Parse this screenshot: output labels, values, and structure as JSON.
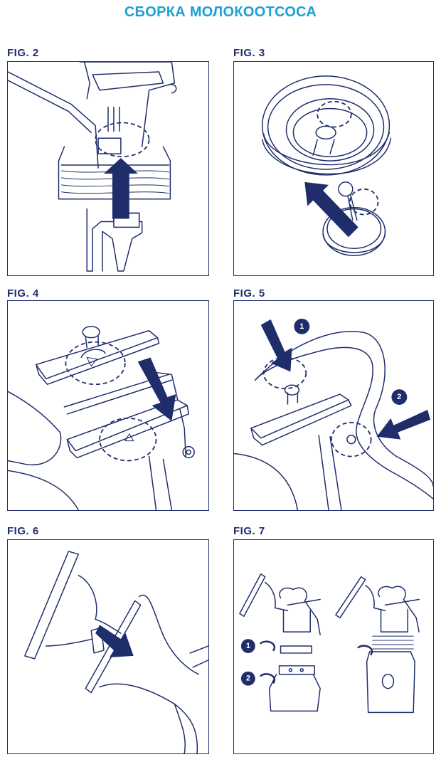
{
  "title": "СБОРКА МОЛОКООТСОСА",
  "colors": {
    "title": "#1e9fd4",
    "ink": "#1f2d6b",
    "label": "#1f2d6b"
  },
  "figures": [
    {
      "label": "FIG. 2"
    },
    {
      "label": "FIG. 3"
    },
    {
      "label": "FIG. 4"
    },
    {
      "label": "FIG. 5",
      "steps": [
        "1",
        "2"
      ]
    },
    {
      "label": "FIG. 6"
    },
    {
      "label": "FIG. 7",
      "steps": [
        "1",
        "2"
      ]
    }
  ]
}
